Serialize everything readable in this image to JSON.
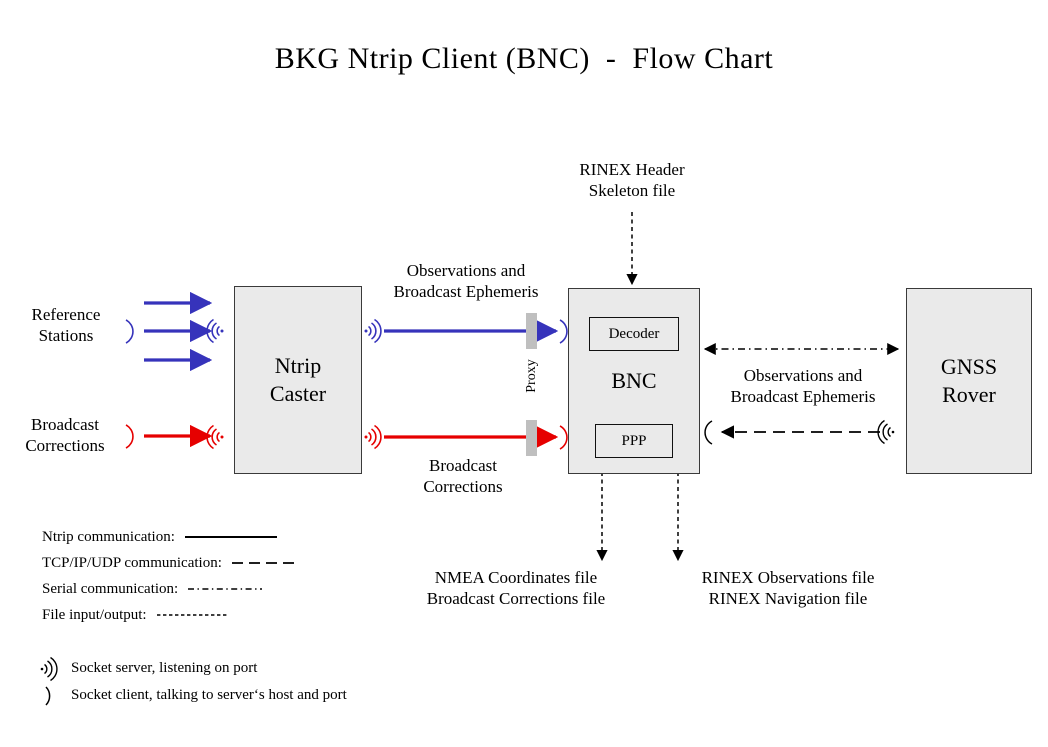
{
  "title": "BKG Ntrip Client (BNC)  -  Flow Chart",
  "nodes": {
    "ntrip_caster": "Ntrip\nCaster",
    "bnc": "BNC",
    "gnss_rover": "GNSS\nRover",
    "decoder": "Decoder",
    "ppp": "PPP",
    "proxy": "Proxy"
  },
  "labels": {
    "reference_stations": "Reference\nStations",
    "broadcast_corrections_in": "Broadcast\nCorrections",
    "observations_ephemeris_caster": "Observations and\nBroadcast Ephemeris",
    "broadcast_corrections_caster": "Broadcast\nCorrections",
    "rinex_header_skeleton": "RINEX Header\nSkeleton file",
    "observations_ephemeris_rover": "Observations and\nBroadcast Ephemeris",
    "nmea_files": "NMEA Coordinates file\nBroadcast Corrections file",
    "rinex_files": "RINEX Observations file\nRINEX Navigation file"
  },
  "legend": {
    "lines": [
      {
        "label": "Ntrip communication:",
        "style": "solid"
      },
      {
        "label": "TCP/IP/UDP communication:",
        "style": "long-dash"
      },
      {
        "label": "Serial communication:",
        "style": "dash-dot"
      },
      {
        "label": "File input/output:",
        "style": "fine-dot"
      }
    ],
    "sockets": [
      {
        "icon": "socket-server-wave-icon",
        "label": "Socket server, listening on port"
      },
      {
        "icon": "socket-client-arc-icon",
        "label": "Socket client, talking to server‘s host and port"
      }
    ]
  },
  "colors": {
    "blue": "#3633bb",
    "red": "#e60000",
    "box_fill": "#eaeaea",
    "box_border": "#3a3a3a",
    "proxy_bar": "#bfbfbf",
    "black": "#000000"
  }
}
